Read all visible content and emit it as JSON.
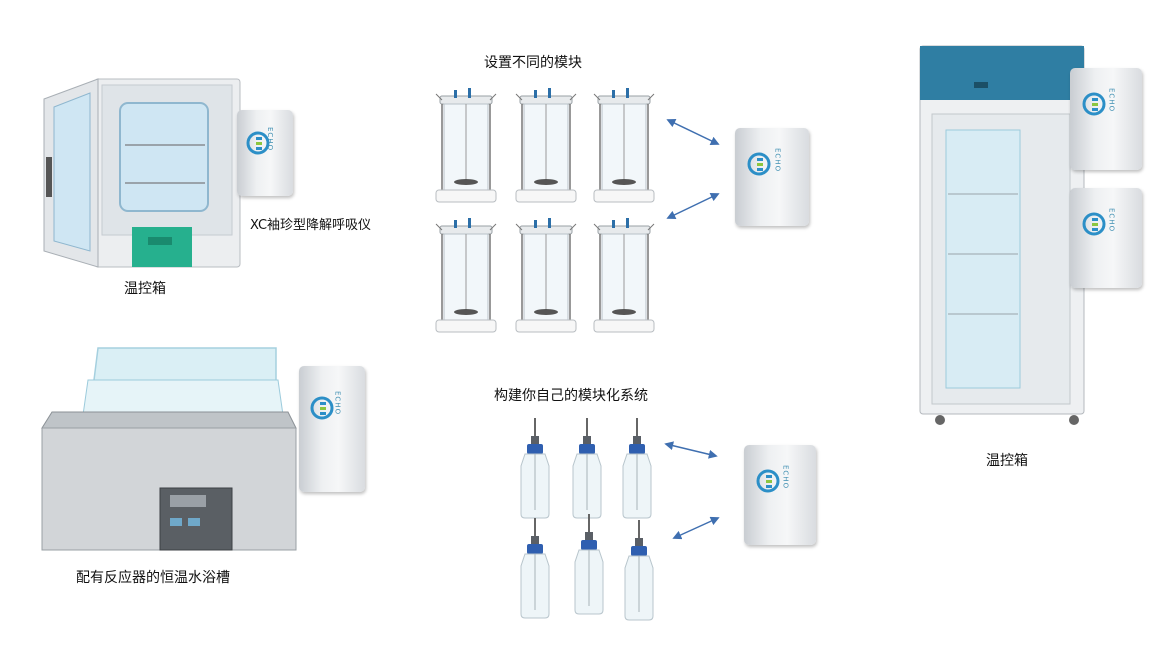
{
  "labels": {
    "xc_device": "XC袖珍型降解呼吸仪",
    "incubator_small": "温控箱",
    "water_bath": "配有反应器的恒温水浴槽",
    "modules_top": "设置不同的模块",
    "modules_bottom": "构建你自己的模块化系统",
    "incubator_large": "温控箱"
  },
  "module_brand": "ECHO",
  "colors": {
    "accent_blue": "#2c8fc7",
    "brand_green": "#8cc63f",
    "fridge_top": "#2f7ea3",
    "incubator_tray": "#26b08e",
    "arrow": "#3f6fb0"
  }
}
